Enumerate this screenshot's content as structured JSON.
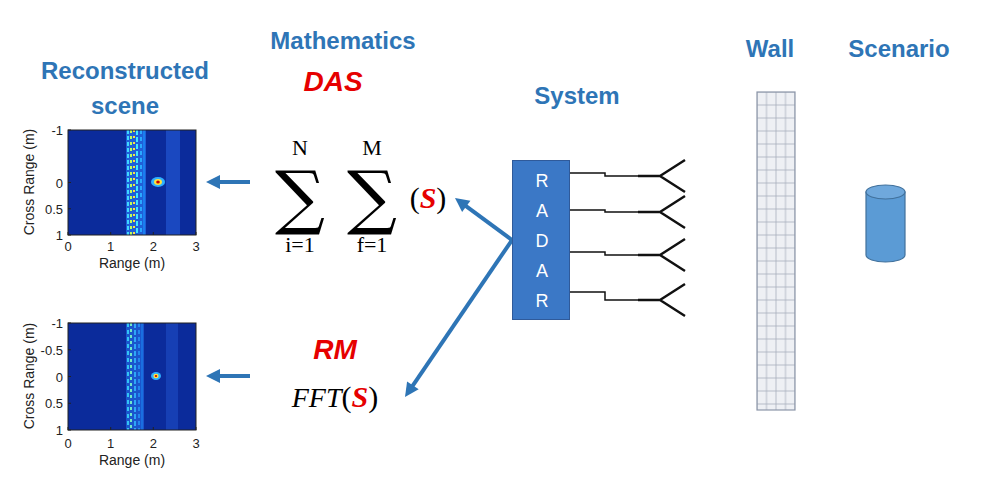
{
  "diagram": {
    "nodes": [
      {
        "text": [
          "Cross Range (m)",
          "-1",
          "0",
          "0.5",
          "1",
          "0",
          "1",
          "2",
          "3",
          "Range (m)"
        ]
      },
      {
        "text": [
          "DAS",
          "N",
          "∑",
          "i=1",
          "M",
          "∑",
          "f=1",
          "(",
          "S",
          ")"
        ]
      },
      {
        "text": [
          "RADAR"
        ]
      },
      {
        "text": [
          "Cross Range (m)",
          "-1",
          "-0.5",
          "0",
          "0.5",
          "1",
          "0",
          "1",
          "2",
          "3",
          "Range (m)"
        ]
      },
      {
        "text": [
          "RM",
          "FFT",
          "(",
          "S",
          ")"
        ]
      }
    ],
    "edges": [
      {
        "from": 2,
        "to": 1,
        "arrow": "to"
      },
      {
        "from": 2,
        "to": 4,
        "arrow": "to"
      },
      {
        "from": 1,
        "to": 0,
        "arrow": "to"
      },
      {
        "from": 4,
        "to": 3,
        "arrow": "to"
      }
    ],
    "labels": [
      "Reconstructed scene",
      "Mathematics",
      "System",
      "Wall",
      "Scenario"
    ]
  }
}
